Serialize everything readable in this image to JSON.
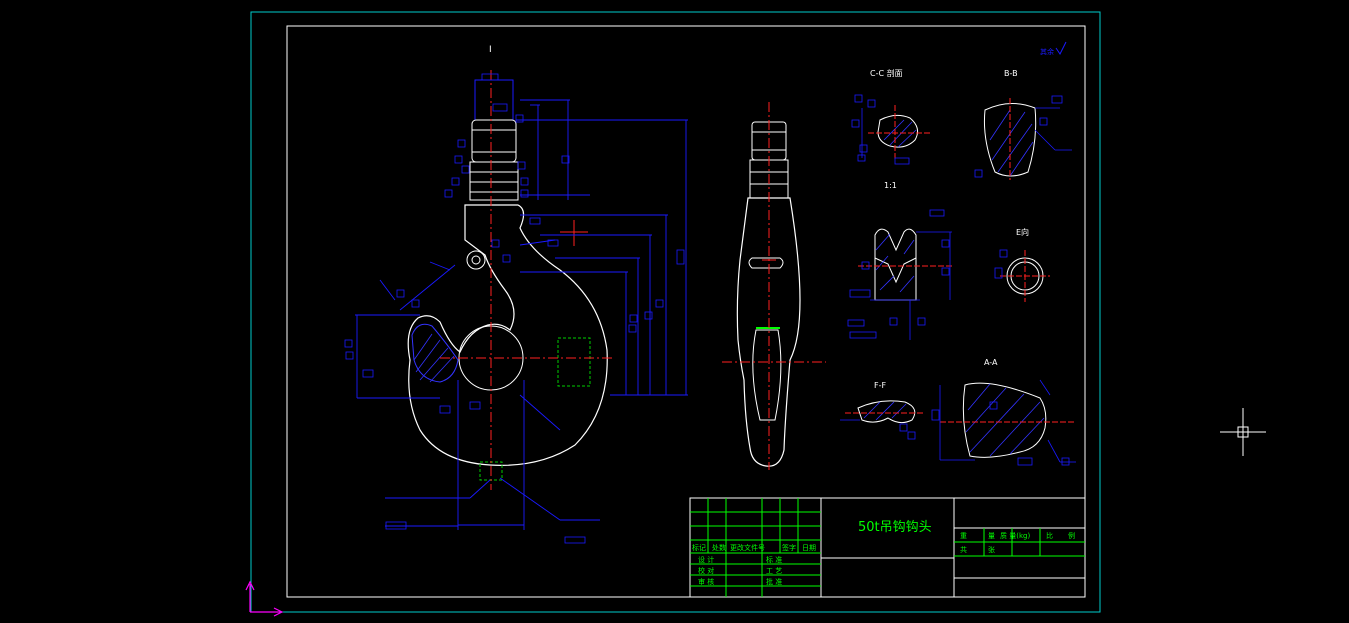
{
  "drawing": {
    "title": "50t吊钩钩头",
    "colors": {
      "background": "#000000",
      "sheet_border": "#00cccc",
      "outline": "#ffffff",
      "dimension": "#1a1aff",
      "center_line": "#ff2020",
      "hatch": "#3333ff",
      "title_text": "#00ff00",
      "hidden": "#00cc00",
      "ucs": "#ff00ff"
    }
  },
  "views": {
    "main_label": "I",
    "section_cc": "C-C 剖面",
    "section_bb": "B-B",
    "scale_label": "1:1",
    "view_e": "E向",
    "section_aa": "A-A",
    "section_ff": "F-F",
    "roughness_note": "其余"
  },
  "title_block": {
    "rev_headers": [
      "标记",
      "处数",
      "更改文件号",
      "签字",
      "日期"
    ],
    "rows": [
      {
        "left": "设  计",
        "right": "标  准"
      },
      {
        "left": "校  对",
        "right": "工  艺"
      },
      {
        "left": "审  核",
        "right": "批  准"
      }
    ],
    "info_headers": [
      "重",
      "量",
      "质  量(kg)",
      "比",
      "例"
    ],
    "sheet_row": [
      "共",
      "张"
    ]
  }
}
